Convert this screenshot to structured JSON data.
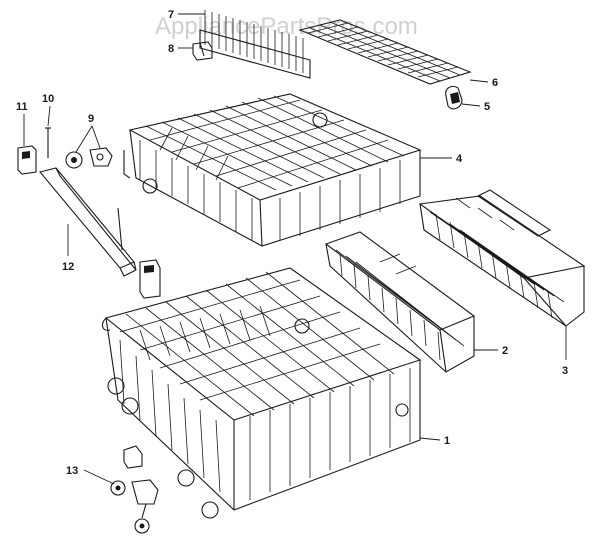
{
  "watermark": "AppliancePartsPros.com",
  "callouts": {
    "c1": "1",
    "c2": "2",
    "c3": "3",
    "c4": "4",
    "c5": "5",
    "c6": "6",
    "c7": "7",
    "c8": "8",
    "c9": "9",
    "c10": "10",
    "c11": "11",
    "c12": "12",
    "c13": "13"
  },
  "icons": {
    "lower_rack": "lower-rack-icon",
    "upper_rack": "upper-rack-icon",
    "basket_small": "silverware-basket-icon",
    "basket_large": "large-silverware-basket-icon",
    "cup_shelf": "cup-shelf-icon",
    "tine_row": "tine-row-icon",
    "track": "rack-track-icon"
  }
}
